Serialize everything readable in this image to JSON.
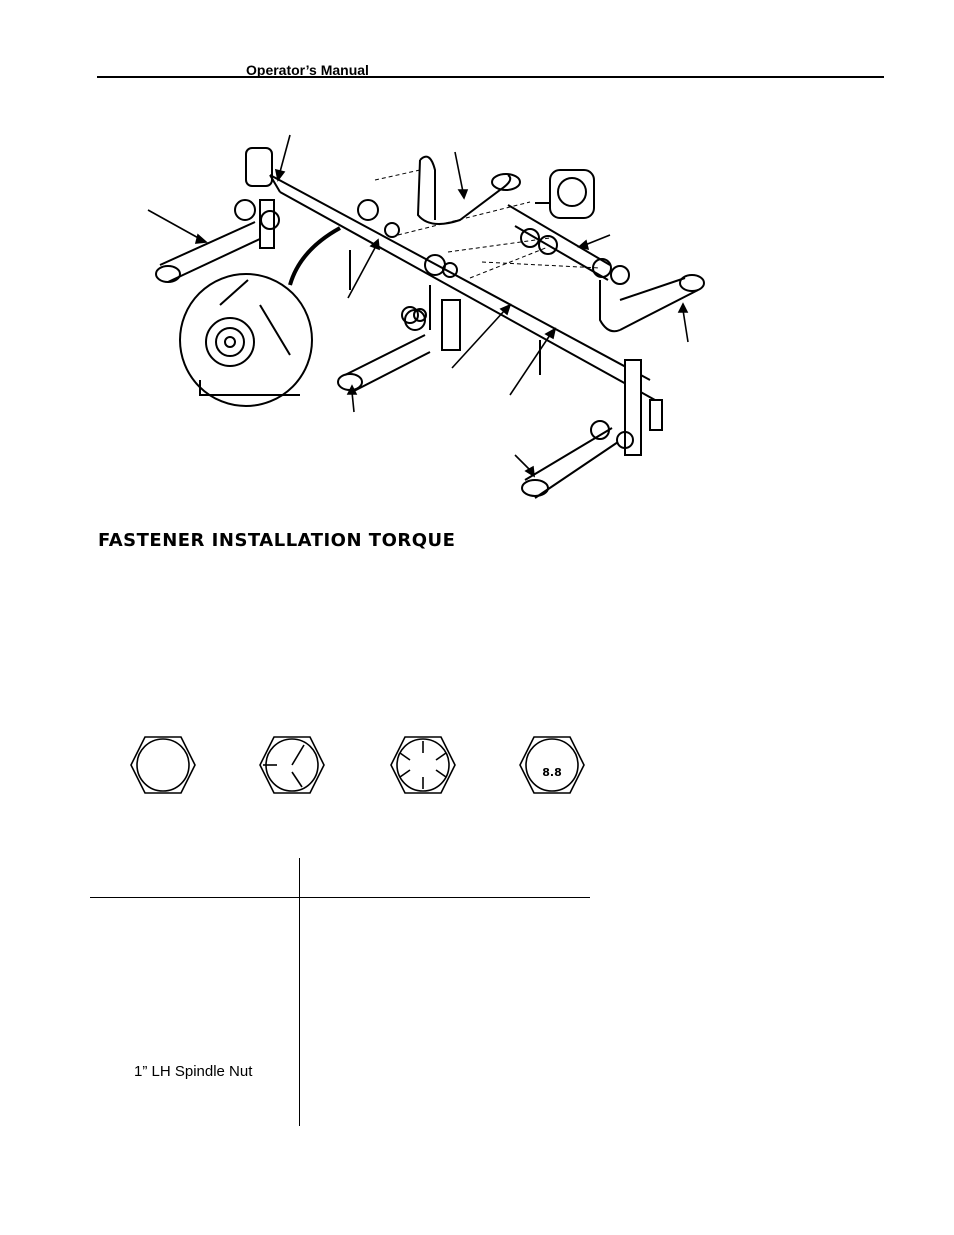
{
  "header": {
    "title": "Operator’s Manual"
  },
  "section": {
    "title": "FASTENER INSTALLATION TORQUE"
  },
  "bolt_markings": [
    {
      "name": "plain-head",
      "marks": 0,
      "label": ""
    },
    {
      "name": "three-mark-head",
      "marks": 3,
      "label": ""
    },
    {
      "name": "six-mark-head",
      "marks": 6,
      "label": ""
    },
    {
      "name": "metric-head",
      "marks": 0,
      "label": "8.8"
    }
  ],
  "table": {
    "rows": [
      {
        "fastener": "1” LH Spindle Nut"
      }
    ]
  }
}
